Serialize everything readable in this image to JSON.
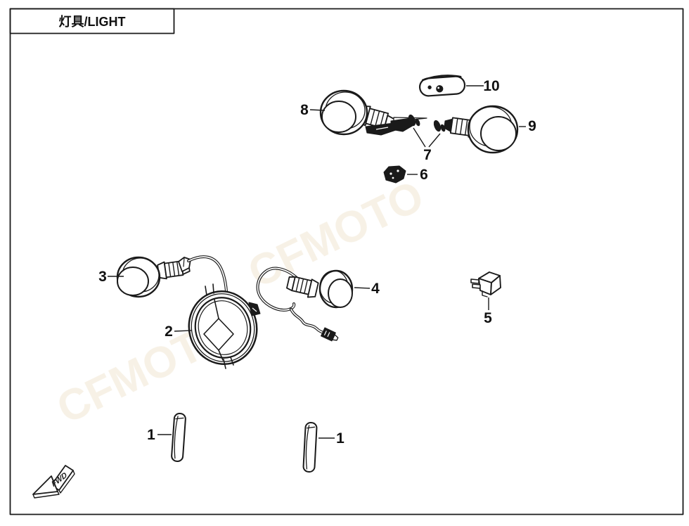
{
  "page": {
    "title": "灯具/LIGHT",
    "background_color": "#ffffff",
    "line_color": "#1a1a1a",
    "border_color": "#4d4d4d"
  },
  "watermark": {
    "text": "CFMOTO"
  },
  "direction_marker": {
    "label": "FWD"
  },
  "labels": {
    "p1_left": "1",
    "p1_right": "1",
    "p2": "2",
    "p3": "3",
    "p4": "4",
    "p5": "5",
    "p6": "6",
    "p7": "7",
    "p8": "8",
    "p9": "9",
    "p10": "10"
  },
  "parts_numbers_shown": [
    "1",
    "1",
    "2",
    "3",
    "4",
    "5",
    "6",
    "7",
    "8",
    "9",
    "10"
  ]
}
